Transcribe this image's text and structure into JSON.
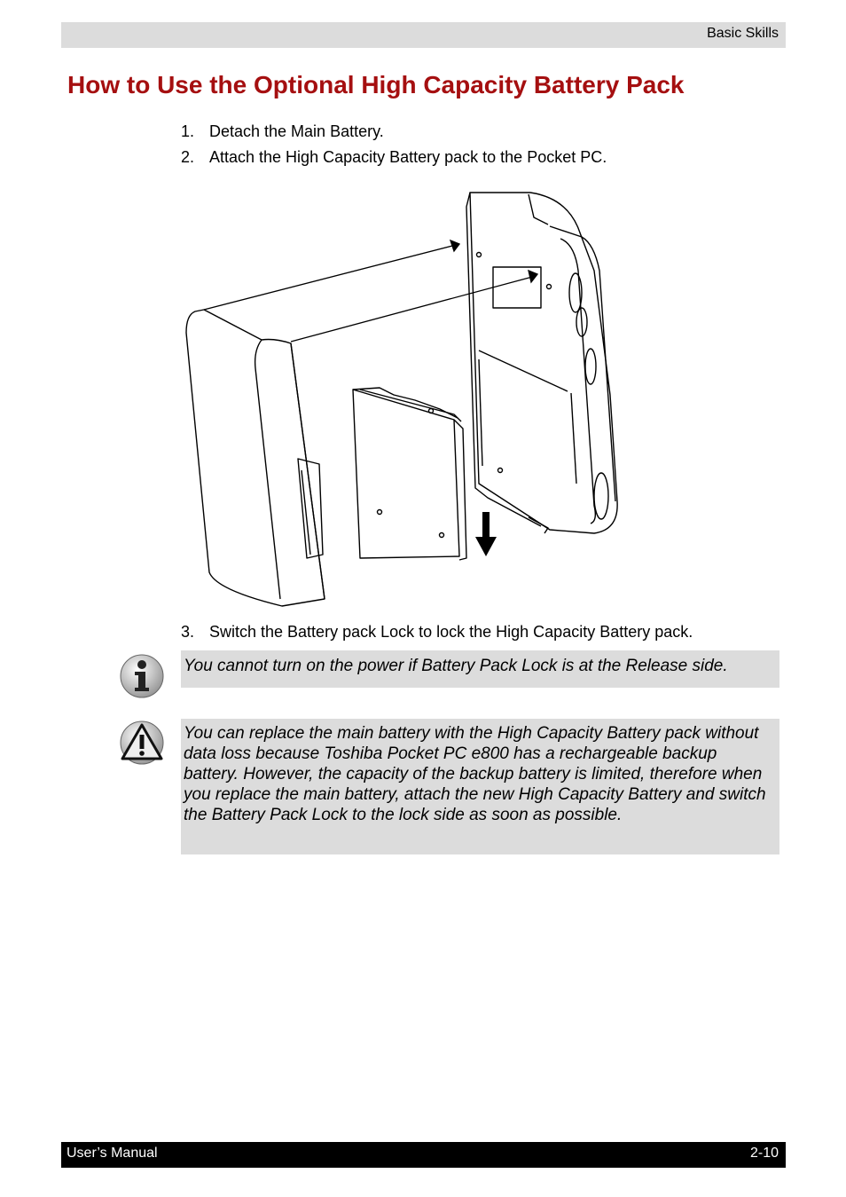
{
  "header": {
    "section": "Basic Skills"
  },
  "title": "How to Use the Optional High Capacity Battery Pack",
  "steps": [
    {
      "num": "1.",
      "text": "Detach the Main Battery."
    },
    {
      "num": "2.",
      "text": "Attach the High Capacity Battery pack to the Pocket PC."
    },
    {
      "num": "3.",
      "text": "Switch the Battery pack Lock to lock the High Capacity Battery pack."
    }
  ],
  "notes": {
    "info": "You cannot turn on the power if Battery Pack Lock is at the Release side.",
    "caution": "You can replace the main battery with the High Capacity Battery pack without data loss because Toshiba Pocket PC e800 has a rechargeable backup battery. However, the capacity of the backup battery is limited, therefore when you replace the main battery, attach the new High Capacity Battery and switch the Battery Pack Lock to the lock side as soon as possible."
  },
  "icons": {
    "info": "info-icon",
    "caution": "warning-icon"
  },
  "footer": {
    "left": "User’s Manual",
    "right": "2-10"
  },
  "colors": {
    "title": "#a50f10",
    "header_bar": "#dcdcdc",
    "note_bg": "#dcdcdc",
    "footer_bar": "#000000"
  }
}
